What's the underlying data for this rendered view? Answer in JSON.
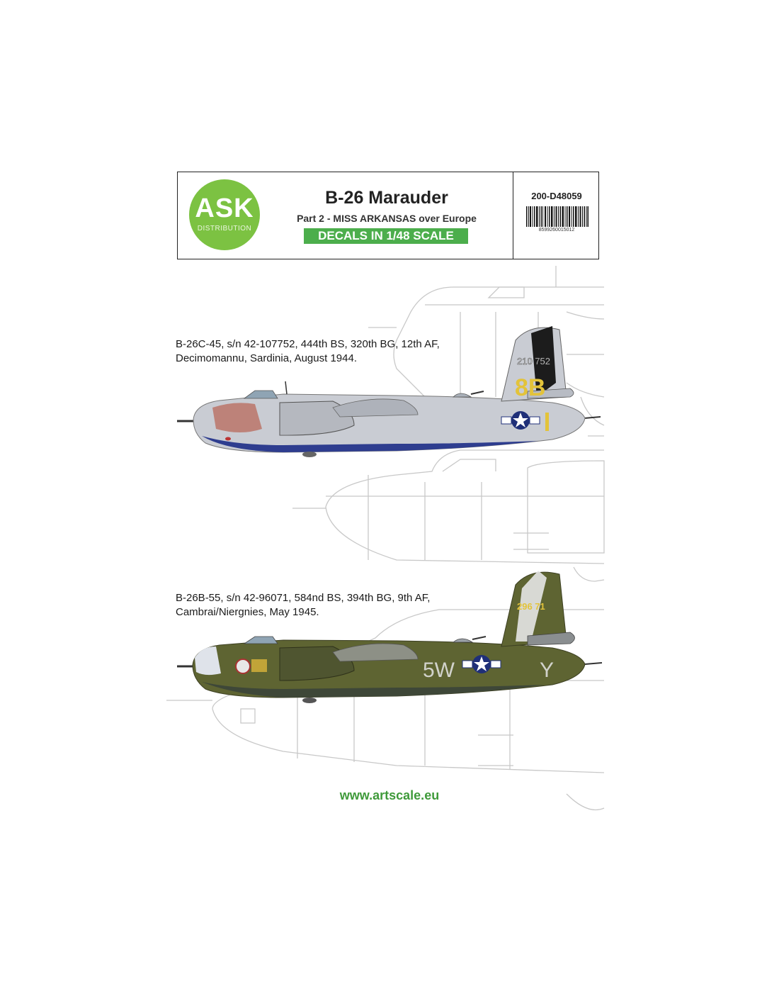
{
  "header": {
    "brand": "ASK",
    "brand_sub": "DISTRIBUTION",
    "title": "B-26 Marauder",
    "subtitle": "Part 2 - MISS ARKANSAS over Europe",
    "scale": "DECALS IN 1/48 SCALE",
    "product_code": "200-D48059",
    "barcode_number": "8599260015012"
  },
  "profiles": [
    {
      "caption_line1": "B-26C-45, s/n 42-107752, 444th BS, 320th BG, 12th AF,",
      "caption_line2": "Decimomannu, Sardinia, August 1944.",
      "tail_number": "210 752",
      "tail_code": "8B",
      "side_code": "",
      "colors": {
        "upper": "#c9ccd3",
        "lower": "#2e3d8f",
        "tail_band": "#1c1c1c",
        "code": "#e3c33a"
      }
    },
    {
      "caption_line1": "B-26B-55, s/n 42-96071, 584nd BS, 394th BG, 9th AF,",
      "caption_line2": "Cambrai/Niergnies, May 1945.",
      "tail_number": "296 71",
      "tail_code": "",
      "side_code": "5W",
      "side_letter": "Y",
      "colors": {
        "upper": "#5e6432",
        "lower": "#3e4738",
        "tail_band": "#e6e6e6",
        "code": "#e6e6e6"
      }
    }
  ],
  "footer": {
    "url": "www.artscale.eu"
  }
}
